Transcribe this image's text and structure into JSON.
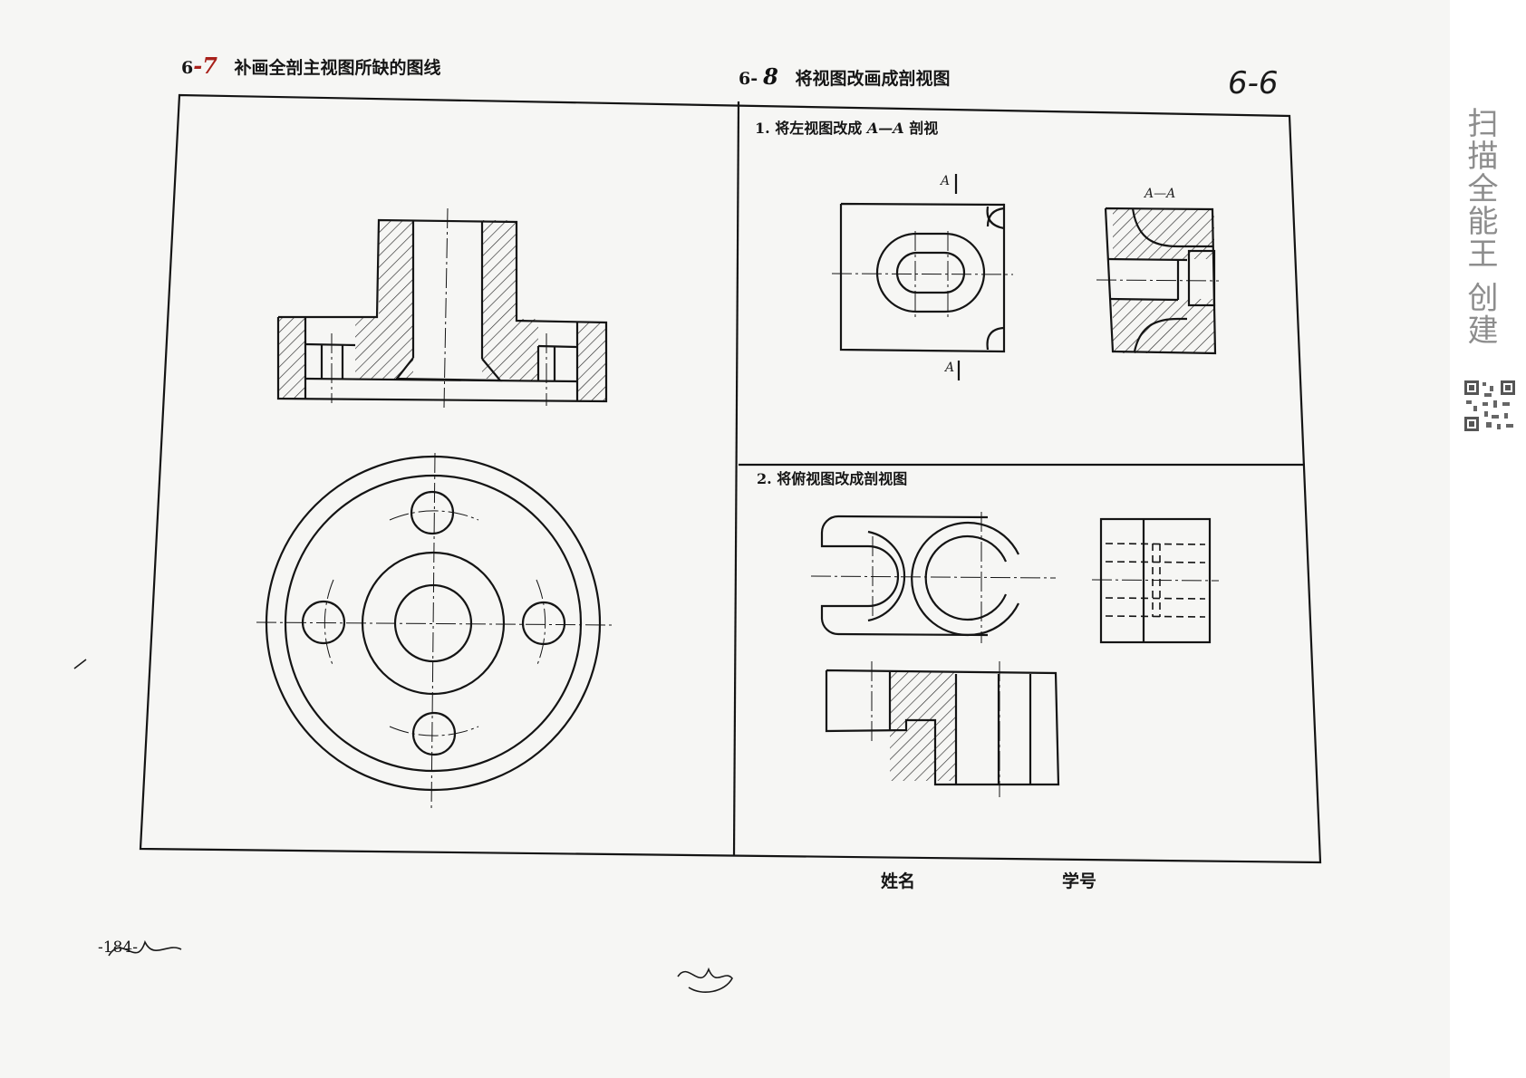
{
  "header_left": {
    "prefix": "6",
    "handwritten_number": "-7",
    "title": "补画全剖主视图所缺的图线"
  },
  "header_right": {
    "prefix": "6-",
    "handwritten_number": "8",
    "title": "将视图改画成剖视图"
  },
  "page_tag": "6-6",
  "task1": {
    "label": "1. 将左视图改成",
    "section": "A—A",
    "suffix": "剖视"
  },
  "task2": {
    "label": "2. 将俯视图改成剖视图"
  },
  "section_marks": {
    "cut_top": "A",
    "cut_bottom": "A",
    "section_title": "A—A"
  },
  "footer": {
    "name_label": "姓名",
    "id_label": "学号",
    "page_number": "-184-"
  },
  "watermark": {
    "text": "扫描全能王 创建",
    "icon": "qr-code-icon"
  },
  "colors": {
    "ink": "#141414",
    "hatch": "#2a2a2a",
    "handwriting_red": "#a8201a",
    "watermark": "#8d8d8d"
  }
}
